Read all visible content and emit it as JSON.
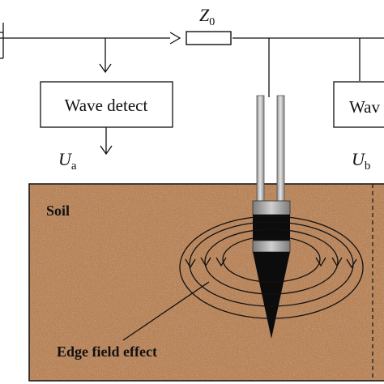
{
  "labels": {
    "z0_main": "Z",
    "z0_sub": "0",
    "wave_detect_left": "Wave detect",
    "wave_detect_right": "Wav",
    "ua_main": "U",
    "ua_sub": "a",
    "ub_main": "U",
    "ub_sub": "b",
    "soil": "Soil",
    "edge_field": "Edge field effect"
  },
  "colors": {
    "soil": "#b9835a",
    "soil_dark": "#8a5a34",
    "soil_light": "#d2a57c",
    "line": "#111111",
    "probe_rod": "#b8b8b8",
    "probe_band": "#9a9a9a",
    "probe_black": "#0c0c0c"
  }
}
